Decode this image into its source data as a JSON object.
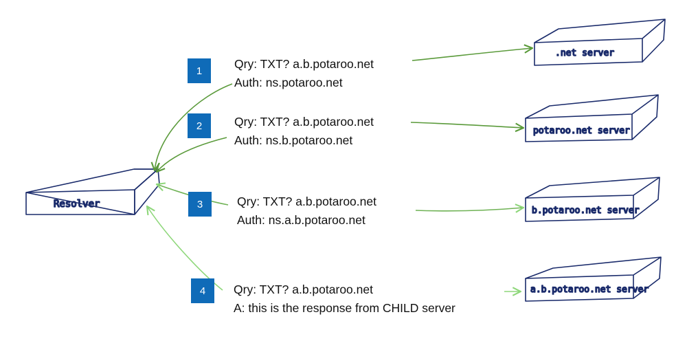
{
  "resolver": {
    "label": "Resolver"
  },
  "servers": [
    {
      "label": ".net server"
    },
    {
      "label": "potaroo.net server"
    },
    {
      "label": "b.potaroo.net server"
    },
    {
      "label": "a.b.potaroo.net server"
    }
  ],
  "steps": [
    {
      "number": "1",
      "query": "Qry: TXT?  a.b.potaroo.net",
      "detail": "Auth:  ns.potaroo.net"
    },
    {
      "number": "2",
      "query": "Qry: TXT?  a.b.potaroo.net",
      "detail": "Auth:  ns.b.potaroo.net"
    },
    {
      "number": "3",
      "query": "Qry: TXT?  a.b.potaroo.net",
      "detail": "Auth:  ns.a.b.potaroo.net"
    },
    {
      "number": "4",
      "query": "Qry: TXT?  a.b.potaroo.net",
      "detail": "A:  this is the response from CHILD server"
    }
  ],
  "colors": {
    "box_stroke": "#1a2b6b",
    "badge": "#0f6bb8",
    "arrow_dark": "#5a9a3a",
    "arrow_light": "#8ed77a"
  }
}
